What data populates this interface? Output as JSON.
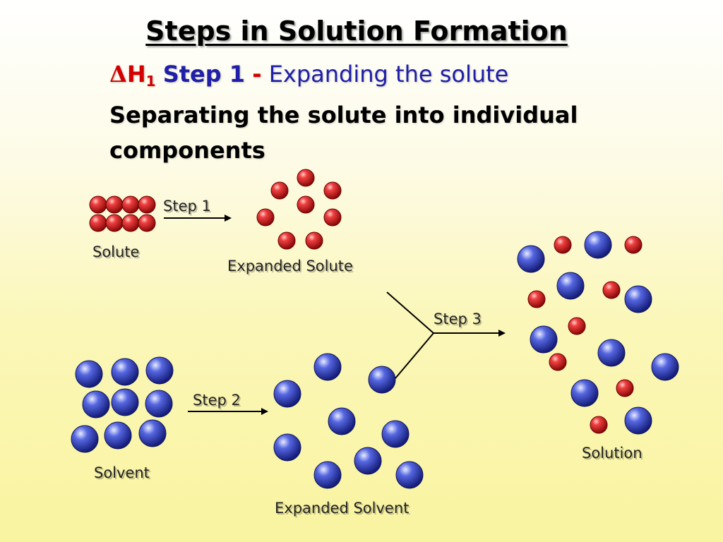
{
  "title": "Steps in Solution Formation",
  "step_heading": {
    "delta_symbol": "Δ",
    "h_symbol": "H",
    "h_subscript": "1",
    "step_label": "Step 1",
    "dash": "-",
    "step_description": "Expanding the solute"
  },
  "description": "Separating the solute into individual components",
  "diagram": {
    "labels": {
      "solute": "Solute",
      "expanded_solute": "Expanded Solute",
      "solvent": "Solvent",
      "expanded_solvent": "Expanded Solvent",
      "solution": "Solution",
      "step1": "Step 1",
      "step2": "Step 2",
      "step3": "Step 3"
    },
    "colors": {
      "solute_particle": "#e8262d",
      "solvent_particle": "#3f52d6",
      "arrow": "#000000"
    }
  }
}
